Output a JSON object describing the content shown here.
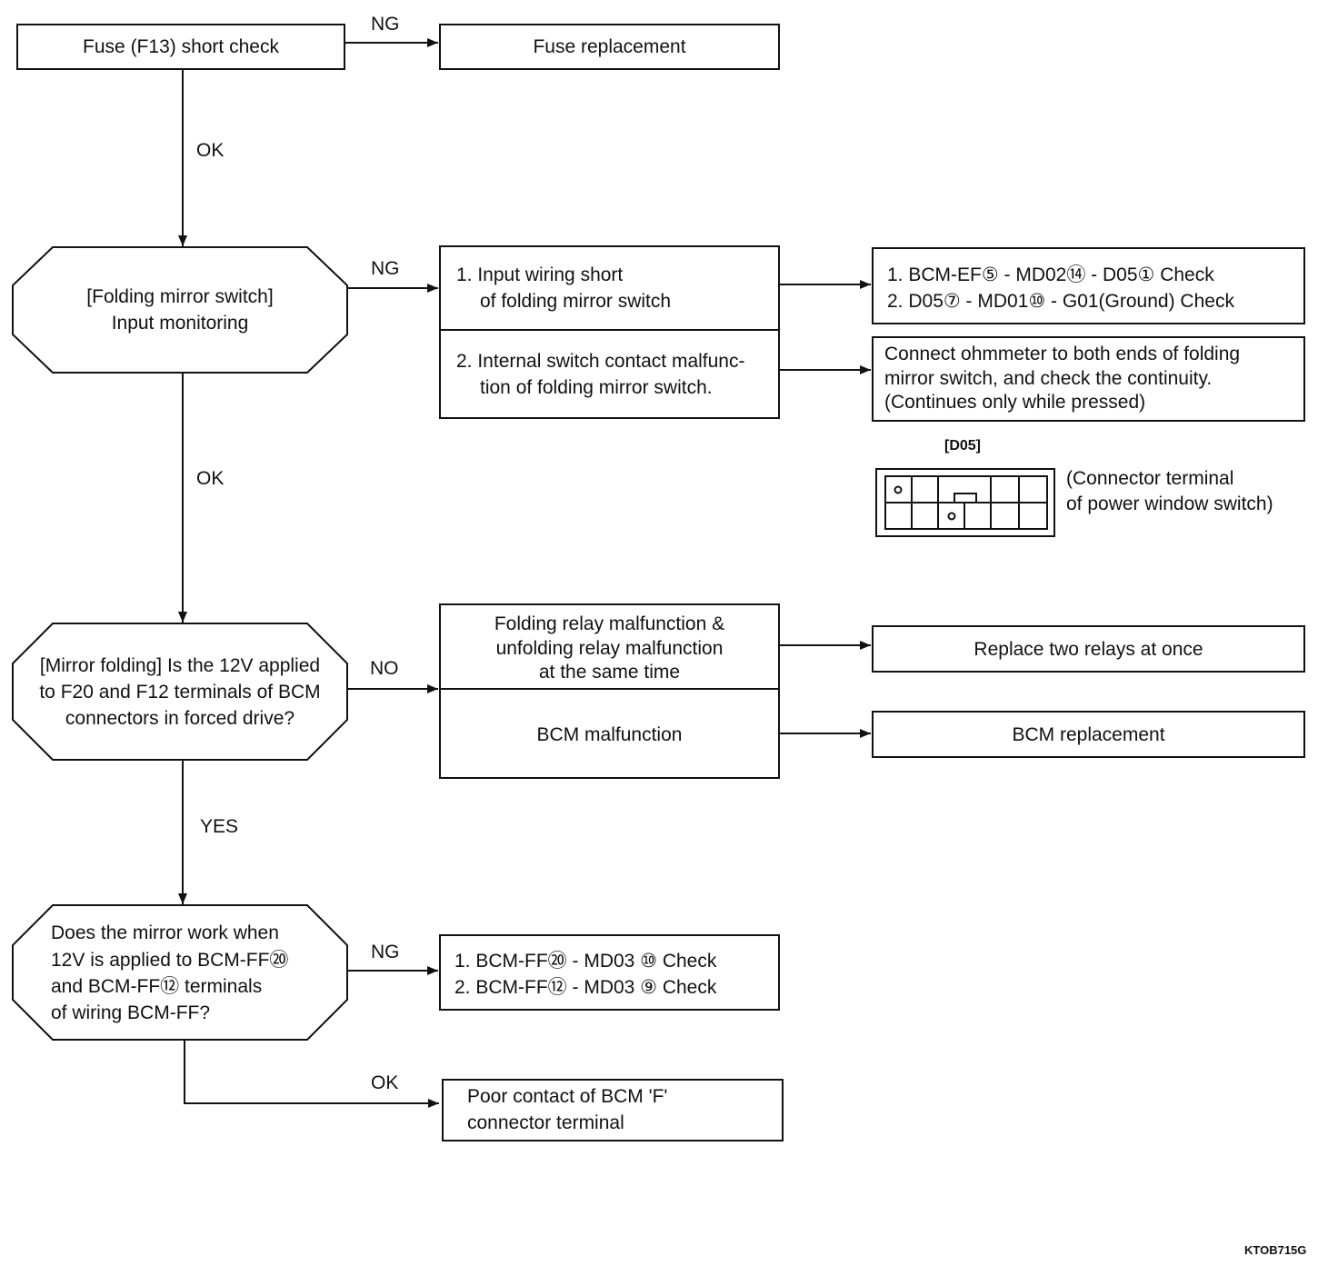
{
  "nodes": {
    "fuse_check": "Fuse (F13) short check",
    "fuse_replacement": "Fuse replacement",
    "switch_monitor": {
      "line1": "[Folding mirror switch]",
      "line2": "Input monitoring"
    },
    "short_cause": {
      "line1": "1. Input wiring short",
      "line2": "of folding mirror switch"
    },
    "contact_cause": {
      "line1": "2. Internal switch contact malfunc-",
      "line2": "tion of folding mirror switch."
    },
    "wiring_checks": {
      "line1": "1. BCM-EF⑤ - MD02⑭ - D05①  Check",
      "line2": "2. D05⑦ - MD01⑩ - G01(Ground) Check"
    },
    "ohmmeter": {
      "line1": "Connect ohmmeter to both ends of folding",
      "line2": "mirror switch, and check the continuity.",
      "line3": "(Continues only while pressed)"
    },
    "mirror_folding": {
      "line1": "[Mirror folding] Is the 12V applied",
      "line2": "to F20 and F12 terminals of BCM",
      "line3": "connectors in forced drive?"
    },
    "relay_cause": {
      "line1": "Folding relay malfunction &",
      "line2": "unfolding relay malfunction",
      "line3": "at the same time"
    },
    "bcm_malfunction": "BCM malfunction",
    "replace_relays": "Replace two relays at once",
    "bcm_replacement": "BCM replacement",
    "mirror_work": {
      "line1": "Does the mirror work when",
      "line2": "12V is applied to BCM-FF⑳",
      "line3": "and BCM-FF⑫  terminals",
      "line4": "of wiring BCM-FF?"
    },
    "ff_checks": {
      "line1": "1. BCM-FF⑳ - MD03 ⑩  Check",
      "line2": "2. BCM-FF⑫ - MD03 ⑨  Check"
    },
    "poor_contact": {
      "line1": "Poor contact of BCM 'F'",
      "line2": "connector terminal"
    }
  },
  "edge_labels": {
    "ng1": "NG",
    "ok1": "OK",
    "ng2": "NG",
    "ok2": "OK",
    "no": "NO",
    "yes": "YES",
    "ng3": "NG",
    "ok3": "OK"
  },
  "connector": {
    "title": "[D05]",
    "caption_line1": "(Connector terminal",
    "caption_line2": "of power window switch)"
  },
  "figure_code": "KTOB715G"
}
